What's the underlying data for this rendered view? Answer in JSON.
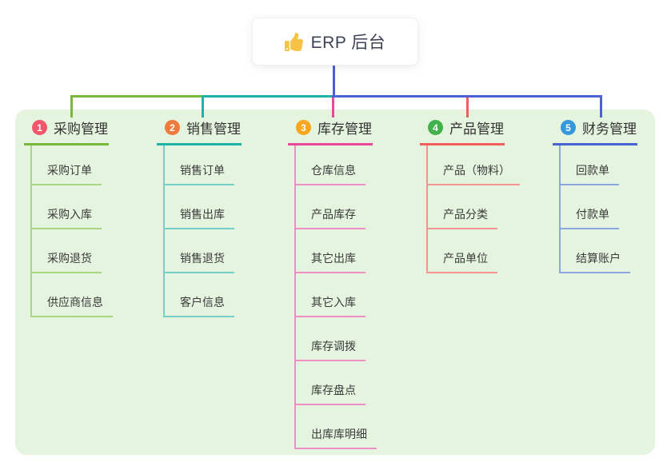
{
  "root": {
    "title": "ERP 后台",
    "icon": "thumbs-up-icon"
  },
  "branches": [
    {
      "index": "1",
      "label": "采购管理",
      "badge_color": "#f2566b",
      "line_color": "#79b83c",
      "child_line_color": "#a9d584",
      "children": [
        "采购订单",
        "采购入库",
        "采购退货",
        "供应商信息"
      ]
    },
    {
      "index": "2",
      "label": "销售管理",
      "badge_color": "#ee7a3d",
      "line_color": "#1fb2a6",
      "child_line_color": "#74d0c7",
      "children": [
        "销售订单",
        "销售出库",
        "销售退货",
        "客户信息"
      ]
    },
    {
      "index": "3",
      "label": "库存管理",
      "badge_color": "#f8a71d",
      "line_color": "#e8499c",
      "child_line_color": "#ee8ec2",
      "children": [
        "仓库信息",
        "产品库存",
        "其它出库",
        "其它入库",
        "库存调拨",
        "库存盘点",
        "出库库明细"
      ]
    },
    {
      "index": "4",
      "label": "产品管理",
      "badge_color": "#41b14b",
      "line_color": "#f25e5e",
      "child_line_color": "#f59393",
      "children": [
        "产品（物料）",
        "产品分类",
        "产品单位"
      ]
    },
    {
      "index": "5",
      "label": "财务管理",
      "badge_color": "#3598dc",
      "line_color": "#4a63d2",
      "child_line_color": "#8ca6e0",
      "children": [
        "回款单",
        "付款单",
        "结算账户"
      ]
    }
  ],
  "colors": {
    "panel_bg": "#e5f4df",
    "root_edge": "#4a5fd6",
    "thumb_icon": "#f6c344",
    "text": "#333333"
  }
}
